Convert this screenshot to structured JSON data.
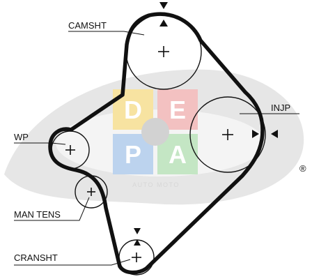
{
  "labels": {
    "camshaft": "CAMSHT",
    "injection_pump": "INJP",
    "water_pump": "WP",
    "manual_tensioner": "MAN TENS",
    "crankshaft": "CRANSHT"
  },
  "watermark": {
    "letters": [
      "D",
      "E",
      "P",
      "A"
    ],
    "sub_text": "AUTO MOTO",
    "registered_mark": "®"
  },
  "colors": {
    "belt": "#111111",
    "line": "#111111",
    "watermark_swoosh": "#e6e6e6",
    "watermark_tile_yellow": "#f7e3a1",
    "watermark_tile_red": "#f3c1c1",
    "watermark_tile_blue": "#bcd3ee",
    "watermark_tile_green": "#c4e6c4"
  },
  "icons": {
    "pulley_center": "plus-cross",
    "timing_mark": "solid-triangle"
  }
}
